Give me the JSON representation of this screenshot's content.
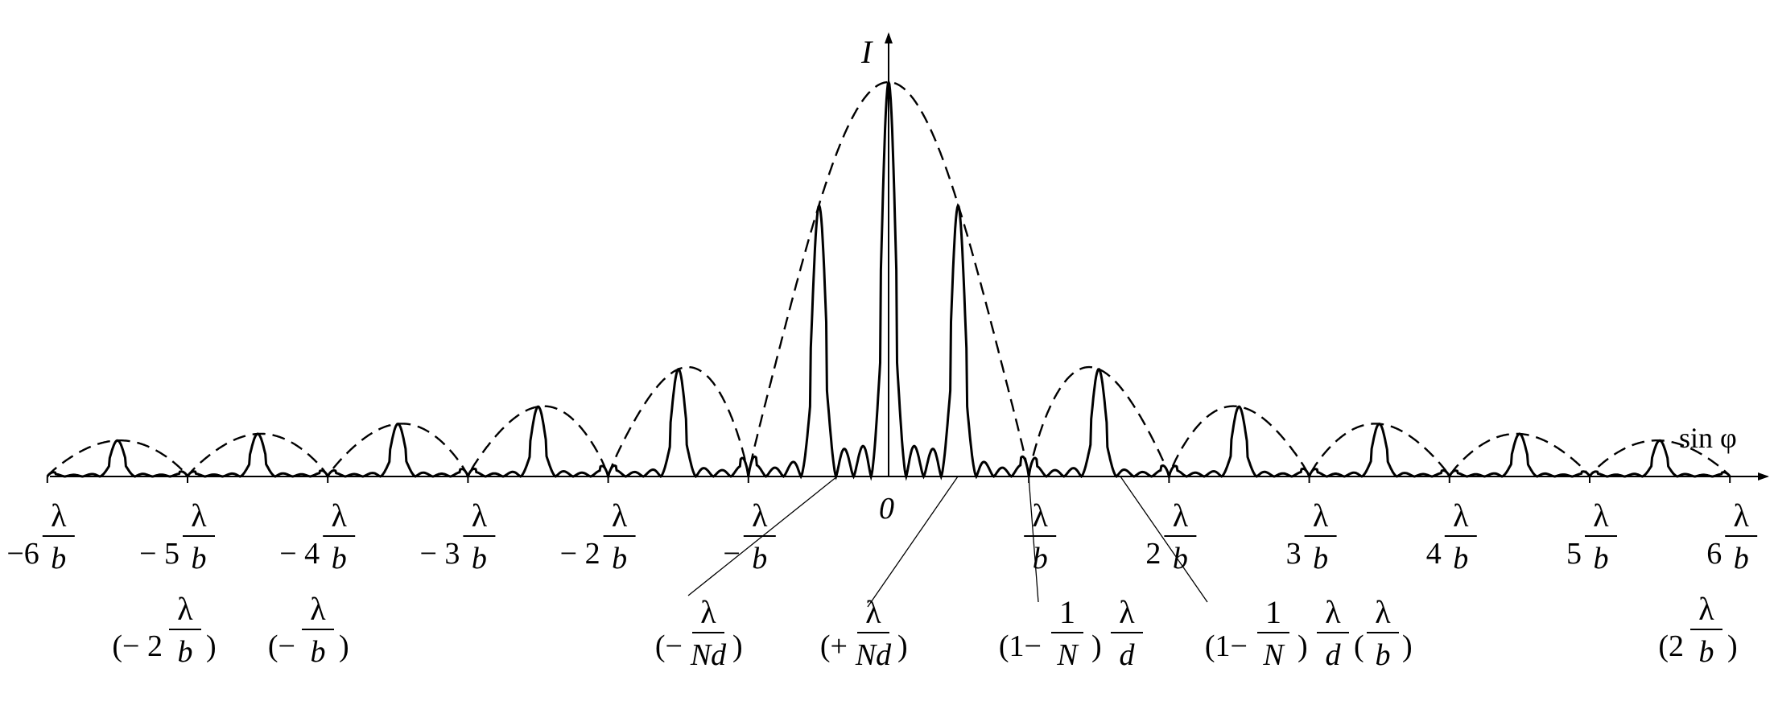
{
  "axes": {
    "y_label": "I",
    "x_label": "sin φ",
    "origin_label": "0"
  },
  "ticks": [
    {
      "coef": "−6",
      "num": "λ",
      "den": "b"
    },
    {
      "coef": "− 5",
      "num": "λ",
      "den": "b"
    },
    {
      "coef": "− 4",
      "num": "λ",
      "den": "b"
    },
    {
      "coef": "− 3",
      "num": "λ",
      "den": "b"
    },
    {
      "coef": "− 2",
      "num": "λ",
      "den": "b"
    },
    {
      "coef": "−",
      "num": "λ",
      "den": "b"
    },
    {
      "coef": "",
      "num": "λ",
      "den": "b"
    },
    {
      "coef": "2",
      "num": "λ",
      "den": "b"
    },
    {
      "coef": "3",
      "num": "λ",
      "den": "b"
    },
    {
      "coef": "4",
      "num": "λ",
      "den": "b"
    },
    {
      "coef": "5",
      "num": "λ",
      "den": "b"
    },
    {
      "coef": "6",
      "num": "λ",
      "den": "b"
    }
  ],
  "secondary_labels": [
    {
      "pre": "(− 2",
      "num": "λ",
      "den": "b",
      "post": ")"
    },
    {
      "pre": "(−",
      "num": "λ",
      "den": "b",
      "post": ")"
    },
    {
      "pre": "(2",
      "num": "λ",
      "den": "b",
      "post": ")"
    }
  ],
  "pointer_labels": [
    {
      "pre": "(−",
      "num": "λ",
      "den": "Nd",
      "post": ")"
    },
    {
      "pre": "(+",
      "num": "λ",
      "den": "Nd",
      "post": ")"
    },
    {
      "pre": "(1−",
      "num": "1",
      "den": "N",
      "post": ")",
      "num2": "λ",
      "den2": "d"
    },
    {
      "pre": "(1−",
      "num": "1",
      "den": "N",
      "post": ")",
      "num2": "λ",
      "den2": "d",
      "post2": "(",
      "num3": "λ",
      "den3": "b",
      "post3": ")"
    }
  ]
}
